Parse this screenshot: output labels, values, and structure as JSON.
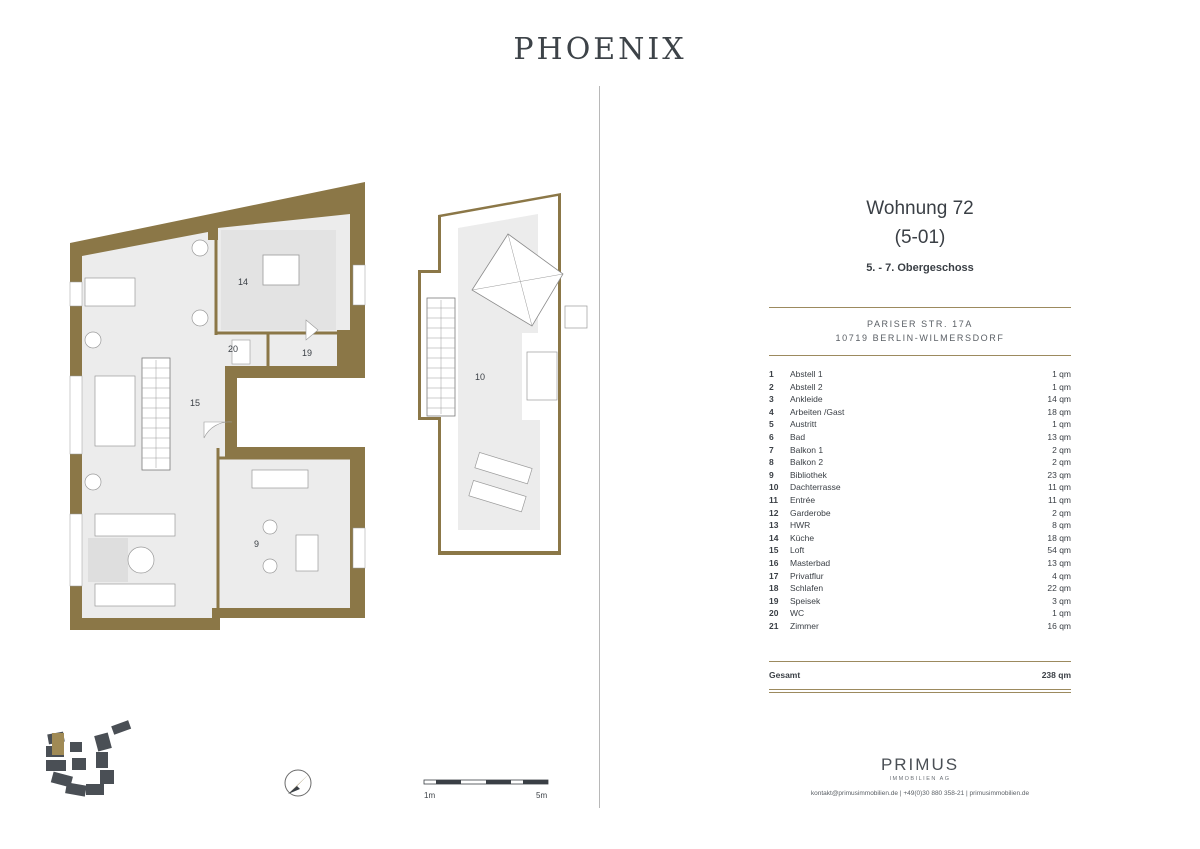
{
  "brand": {
    "logo": "PHOENIX"
  },
  "apartment": {
    "name": "Wohnung 72",
    "code": "(5-01)",
    "floors": "5. - 7. Obergeschoss",
    "address_line1": "PARISER STR. 17A",
    "address_line2": "10719 BERLIN-WILMERSDORF"
  },
  "plan_labels": {
    "r14": "14",
    "r20": "20",
    "r19": "19",
    "r15": "15",
    "r9": "9",
    "r10": "10"
  },
  "rooms": [
    {
      "num": "1",
      "name": "Abstell 1",
      "area": "1 qm"
    },
    {
      "num": "2",
      "name": "Abstell 2",
      "area": "1 qm"
    },
    {
      "num": "3",
      "name": "Ankleide",
      "area": "14 qm"
    },
    {
      "num": "4",
      "name": "Arbeiten /Gast",
      "area": "18 qm"
    },
    {
      "num": "5",
      "name": "Austritt",
      "area": "1 qm"
    },
    {
      "num": "6",
      "name": "Bad",
      "area": "13 qm"
    },
    {
      "num": "7",
      "name": "Balkon 1",
      "area": "2 qm"
    },
    {
      "num": "8",
      "name": "Balkon 2",
      "area": "2 qm"
    },
    {
      "num": "9",
      "name": "Bibliothek",
      "area": "23 qm"
    },
    {
      "num": "10",
      "name": "Dachterrasse",
      "area": "11 qm"
    },
    {
      "num": "11",
      "name": "Entrée",
      "area": "11 qm"
    },
    {
      "num": "12",
      "name": "Garderobe",
      "area": "2 qm"
    },
    {
      "num": "13",
      "name": "HWR",
      "area": "8 qm"
    },
    {
      "num": "14",
      "name": "Küche",
      "area": "18 qm"
    },
    {
      "num": "15",
      "name": "Loft",
      "area": "54 qm"
    },
    {
      "num": "16",
      "name": "Masterbad",
      "area": "13 qm"
    },
    {
      "num": "17",
      "name": "Privatflur",
      "area": "4 qm"
    },
    {
      "num": "18",
      "name": "Schlafen",
      "area": "22 qm"
    },
    {
      "num": "19",
      "name": "Speisek",
      "area": "3 qm"
    },
    {
      "num": "20",
      "name": "WC",
      "area": "1 qm"
    },
    {
      "num": "21",
      "name": "Zimmer",
      "area": "16 qm"
    }
  ],
  "total": {
    "label": "Gesamt",
    "area": "238 qm"
  },
  "scale": {
    "start": "1m",
    "end": "5m"
  },
  "company": {
    "name": "PRIMUS",
    "subtitle": "IMMOBILIEN AG",
    "contact": "kontakt@primusimmobilien.de | +49(0)30 880 358-21 | primusimmobilien.de"
  },
  "colors": {
    "wall": "#8b7747",
    "floor": "#ececec",
    "text": "#3a3f45",
    "accent": "#9c8a5e"
  },
  "icons": [
    "compass-icon",
    "site-plan-icon"
  ]
}
